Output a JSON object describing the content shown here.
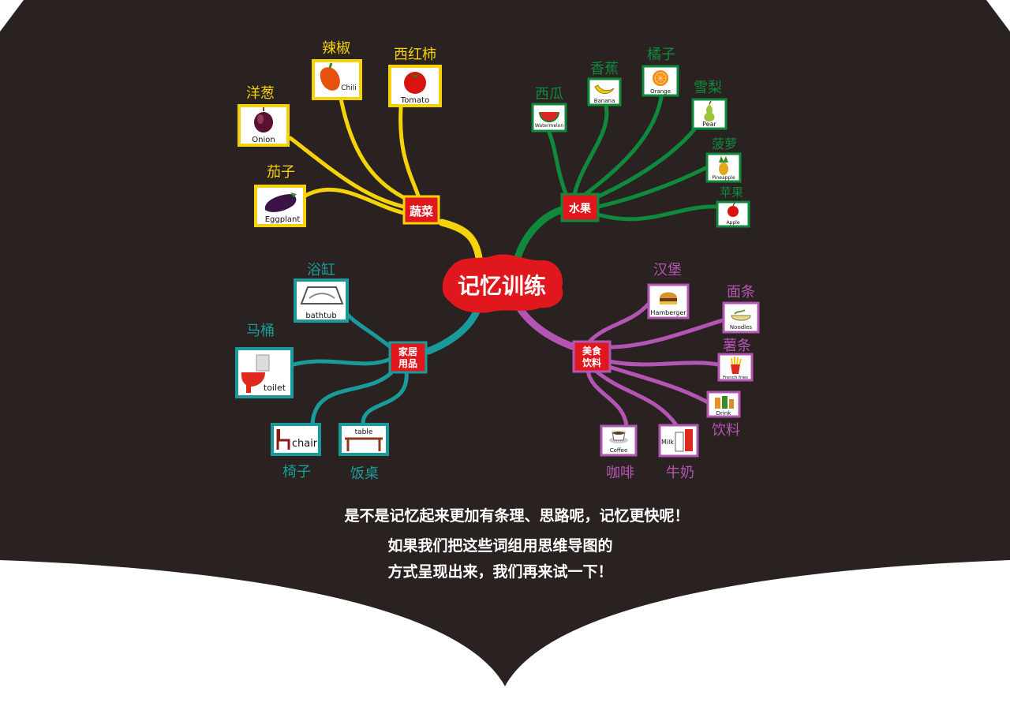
{
  "center": {
    "title": "记忆训练"
  },
  "categories": {
    "vegetables": {
      "label": "蔬菜",
      "color": "#f5d20a"
    },
    "fruits": {
      "label": "水果",
      "color": "#0f8a3c"
    },
    "home": {
      "label_line1": "家居",
      "label_line2": "用品",
      "color": "#1a9b9b"
    },
    "food": {
      "label_line1": "美食",
      "label_line2": "饮料",
      "color": "#b455b4"
    }
  },
  "nodes": {
    "onion": {
      "cn": "洋葱",
      "en": "Onion",
      "icon": "onion-icon"
    },
    "chili": {
      "cn": "辣椒",
      "en": "Chili",
      "icon": "chili-icon"
    },
    "tomato": {
      "cn": "西红柿",
      "en": "Tomato",
      "icon": "tomato-icon"
    },
    "eggplant": {
      "cn": "茄子",
      "en": "Eggplant",
      "icon": "eggplant-icon"
    },
    "watermelon": {
      "cn": "西瓜",
      "en": "Watermelon",
      "icon": "watermelon-icon"
    },
    "banana": {
      "cn": "香蕉",
      "en": "Banana",
      "icon": "banana-icon"
    },
    "orange": {
      "cn": "橘子",
      "en": "Orange",
      "icon": "orange-icon"
    },
    "pear": {
      "cn": "雪梨",
      "en": "Pear",
      "icon": "pear-icon"
    },
    "pineapple": {
      "cn": "菠萝",
      "en": "Pineapple",
      "icon": "pineapple-icon"
    },
    "apple": {
      "cn": "苹果",
      "en": "Apple",
      "icon": "apple-icon"
    },
    "bathtub": {
      "cn": "浴缸",
      "en": "bathtub",
      "icon": "bathtub-icon"
    },
    "toilet": {
      "cn": "马桶",
      "en": "toilet",
      "icon": "toilet-icon"
    },
    "chair": {
      "cn": "椅子",
      "en": "chair",
      "icon": "chair-icon"
    },
    "table": {
      "cn": "饭桌",
      "en": "table",
      "icon": "table-icon"
    },
    "hamburger": {
      "cn": "汉堡",
      "en": "Hamberger",
      "icon": "hamburger-icon"
    },
    "noodles": {
      "cn": "面条",
      "en": "Noodles",
      "icon": "noodles-icon"
    },
    "fries": {
      "cn": "薯条",
      "en": "French fries",
      "icon": "fries-icon"
    },
    "drink": {
      "cn": "饮料",
      "en": "Drink",
      "icon": "drink-icon"
    },
    "milk": {
      "cn": "牛奶",
      "en": "Milk",
      "icon": "milk-icon"
    },
    "coffee": {
      "cn": "咖啡",
      "en": "Coffee",
      "icon": "coffee-icon"
    }
  },
  "footer": {
    "line1": "是不是记忆起来更加有条理、思路呢，记忆更快呢！",
    "line2": "如果我们把这些词组用思维导图的",
    "line3": "方式呈现出来，我们再来试一下！"
  },
  "colors": {
    "background": "#2a2221",
    "center_blob": "#e0181e",
    "category_fill": "#e0181e"
  }
}
